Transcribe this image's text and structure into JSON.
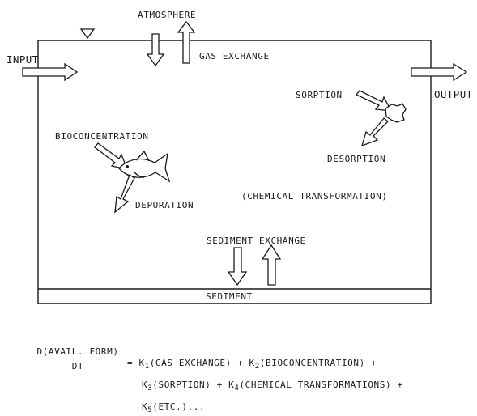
{
  "diagram": {
    "labels": {
      "atmosphere": "ATMOSPHERE",
      "gas_exchange": "GAS EXCHANGE",
      "input": "INPUT",
      "output": "OUTPUT",
      "sorption": "SORPTION",
      "desorption": "DESORPTION",
      "bioconcentration": "BIOCONCENTRATION",
      "depuration": "DEPURATION",
      "chemical_transformation": "(CHEMICAL TRANSFORMATION)",
      "sediment_exchange": "SEDIMENT EXCHANGE",
      "sediment": "SEDIMENT"
    }
  },
  "equation": {
    "numerator": "D(AVAIL. FORM)",
    "denominator": "DT",
    "line1": {
      "eq": "=",
      "k1": "K",
      "k1_sub": "1",
      "t1": "(GAS EXCHANGE) + ",
      "k2": "K",
      "k2_sub": "2",
      "t2": "(BIOCONCENTRATION) +"
    },
    "line2": {
      "k3": "K",
      "k3_sub": "3",
      "t3": "(SORPTION) + ",
      "k4": "K",
      "k4_sub": "4",
      "t4": "(CHEMICAL TRANSFORMATIONS) +"
    },
    "line3": {
      "k5": "K",
      "k5_sub": "5",
      "t5": "(ETC.)..."
    }
  }
}
